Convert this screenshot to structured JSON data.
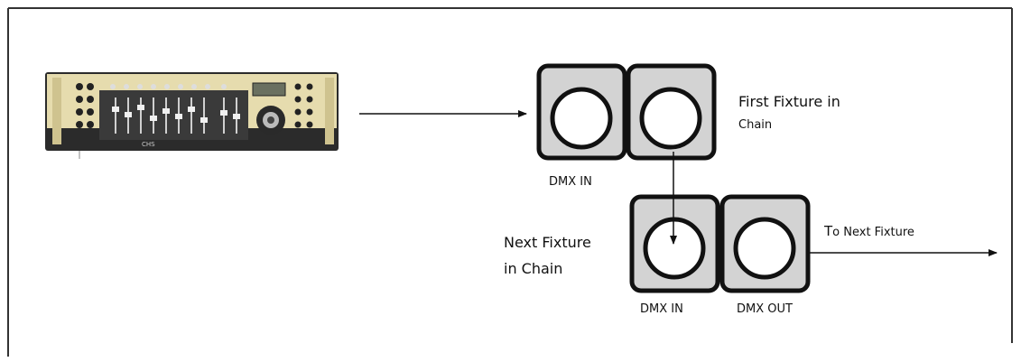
{
  "labels": {
    "first_fixture_line1": "First Fixture in",
    "first_fixture_line2": "Chain",
    "dmx_in_top": "DMX IN",
    "next_fixture_line1": "Next Fixture",
    "next_fixture_line2": "in Chain",
    "to_next_fixture_lead": "T",
    "to_next_fixture_rest": "o Next Fixture",
    "dmx_in_bottom": "DMX IN",
    "dmx_out": "DMX OUT",
    "controller_brand": "CHS"
  },
  "colors": {
    "connector_fill": "#d3d3d3",
    "connector_stroke": "#111111",
    "controller_panel": "#e8dfb5",
    "controller_body": "#2a2a2a"
  }
}
